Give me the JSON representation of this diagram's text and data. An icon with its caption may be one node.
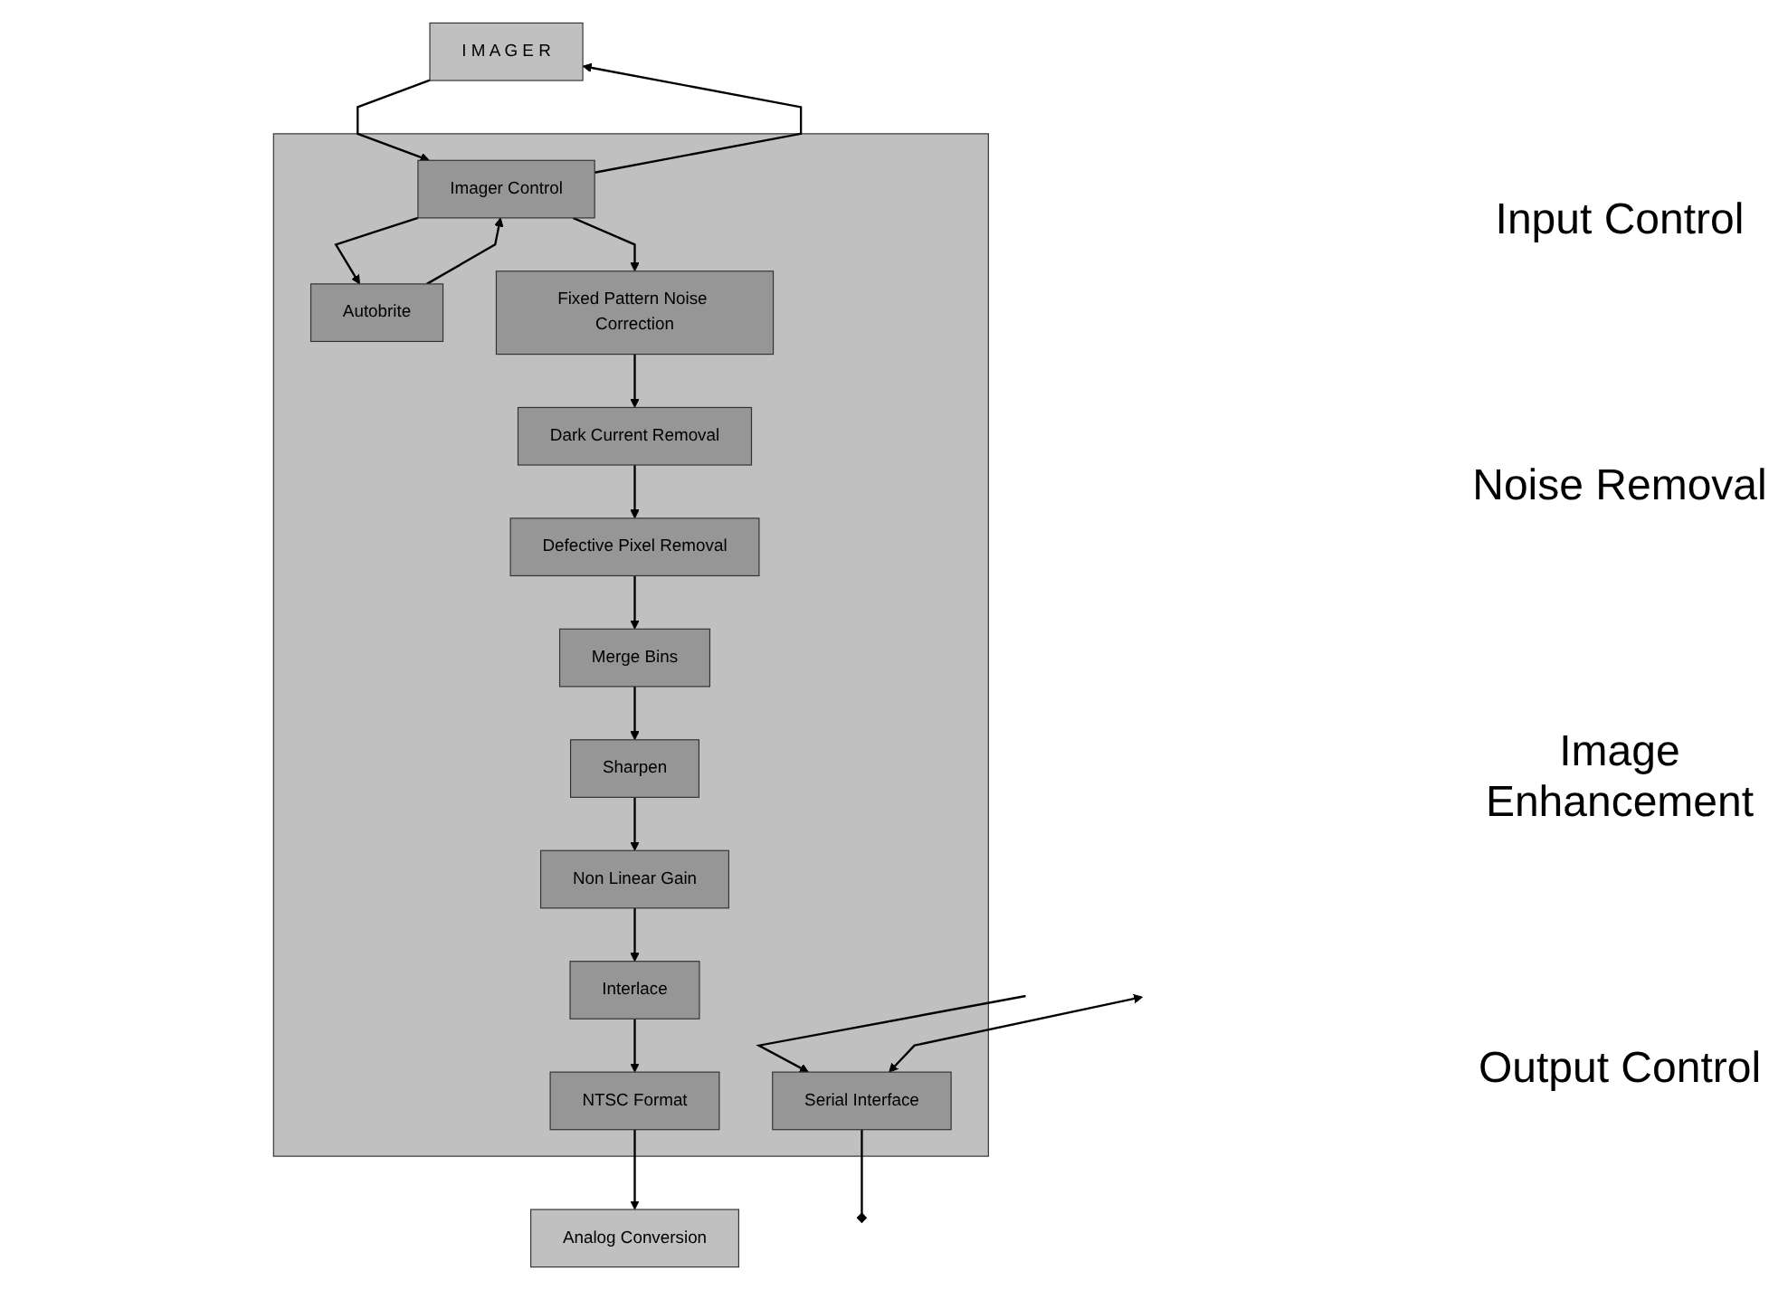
{
  "diagram": {
    "nodes": [
      {
        "text": [
          "I M A G E R"
        ]
      },
      {
        "text": [],
        "shape": "box"
      },
      {
        "text": [
          "Imager Control"
        ],
        "in": 1
      },
      {
        "text": [
          "Autobrite"
        ],
        "in": 1
      },
      {
        "text": [
          "Serial Interface"
        ],
        "in": 1
      },
      {
        "text": [
          "Fixed Pattern Noise Correction"
        ],
        "in": 1
      },
      {
        "text": [
          "Dark Current Removal"
        ],
        "in": 1
      },
      {
        "text": [
          "Defective Pixel Removal"
        ],
        "in": 1
      },
      {
        "text": [
          "Merge Bins"
        ],
        "in": 1
      },
      {
        "text": [
          "Sharpen"
        ],
        "in": 1
      },
      {
        "text": [
          "Non Linear Gain"
        ],
        "in": 1
      },
      {
        "text": [
          "Interlace"
        ],
        "in": 1
      },
      {
        "text": [
          "NTSC Format"
        ],
        "in": 1
      },
      {
        "text": [
          "Analog Conversion"
        ]
      }
    ],
    "edges": [
      {
        "from": 2,
        "to": 0,
        "arrow": "to"
      },
      {
        "from": 0,
        "to": 2,
        "arrow": "to"
      },
      {
        "from": 3,
        "to": 2,
        "arrow": "to"
      },
      {
        "from": 2,
        "to": 3,
        "arrow": "to"
      },
      {
        "from": 2,
        "to": 5,
        "arrow": "to"
      },
      {
        "from": null,
        "to": 4,
        "arrow": "to"
      },
      {
        "from": null,
        "to": 4,
        "arrow": "both"
      },
      {
        "from": 4,
        "to": null,
        "arrow": "other"
      },
      {
        "from": 5,
        "to": 6,
        "arrow": "to"
      },
      {
        "from": 6,
        "to": 7,
        "arrow": "to"
      },
      {
        "from": 7,
        "to": 8,
        "arrow": "to"
      },
      {
        "from": 8,
        "to": 9,
        "arrow": "to"
      },
      {
        "from": 9,
        "to": 10,
        "arrow": "to"
      },
      {
        "from": 10,
        "to": 11,
        "arrow": "to"
      },
      {
        "from": 11,
        "to": 12,
        "arrow": "to"
      },
      {
        "from": 12,
        "to": 13,
        "arrow": "to"
      }
    ],
    "labels": [
      "Input Control",
      "Noise Removal",
      "Image Enhancement",
      "Output Control"
    ]
  }
}
